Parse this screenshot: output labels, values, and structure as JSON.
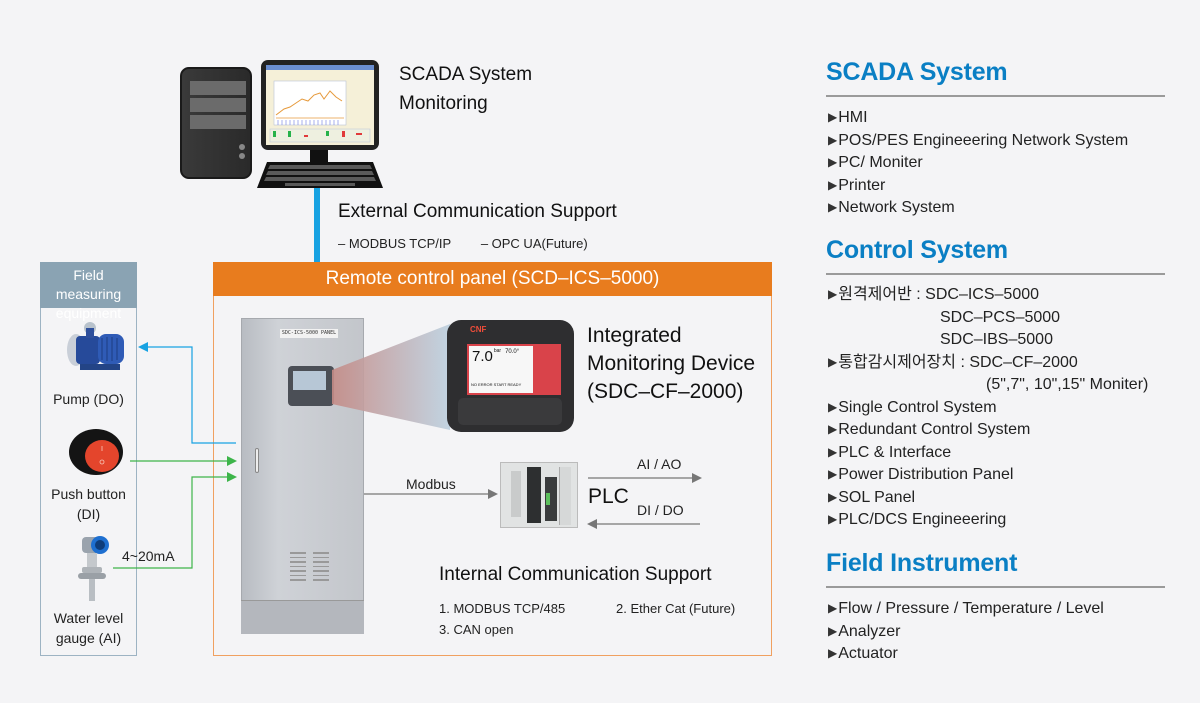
{
  "diagram": {
    "scada": {
      "title_lines": [
        "SCADA System",
        "Monitoring"
      ]
    },
    "external_comm": {
      "title": "External Communication Support",
      "items": [
        "– MODBUS TCP/IP",
        "– OPC UA(Future)"
      ]
    },
    "remote_panel": {
      "title": "Remote control panel (SCD–ICS–5000)",
      "cabinet_plate": "SDC-ICS-5000 PANEL"
    },
    "field_equipment": {
      "title_lines": [
        "Field measuring",
        "equipment"
      ],
      "items": [
        {
          "label_lines": [
            "Pump (DO)"
          ],
          "icon": "pump-icon"
        },
        {
          "label_lines": [
            "Push button",
            "(DI)"
          ],
          "icon": "push-button-icon"
        },
        {
          "label_lines": [
            "Water level",
            "gauge (AI)"
          ],
          "icon": "level-gauge-icon"
        }
      ],
      "signal_label": "4~20mA"
    },
    "device": {
      "title_lines": [
        "Integrated",
        "Monitoring Device",
        "(SDC–CF–2000)"
      ],
      "brand": "CNF",
      "big_value": "7.0",
      "big_unit": "bar",
      "small_value": "70.0°",
      "message": "NO ERROR START READY"
    },
    "plc": {
      "label": "PLC",
      "modbus_label": "Modbus",
      "out_label": "AI / AO",
      "in_label": "DI / DO"
    },
    "internal_comm": {
      "title": "Internal Communication Support",
      "items": [
        "1. MODBUS TCP/485",
        "2. Ether Cat (Future)",
        "3. CAN open"
      ]
    },
    "colors": {
      "accent_orange": "#e87c1e",
      "link_blue": "#17a2e2",
      "signal_green": "#3db54a",
      "heading_blue": "#0a7fc4",
      "field_header": "#8aa3b3"
    }
  },
  "sidebar": {
    "sections": [
      {
        "title": "SCADA System",
        "items": [
          "HMI",
          "POS/PES Engineeering Network System",
          "PC/ Moniter",
          "Printer",
          "Network System"
        ]
      },
      {
        "title": "Control System",
        "items": [
          "원격제어반 : SDC–ICS–5000",
          "SDC–PCS–5000",
          "SDC–IBS–5000",
          "통합감시제어장치 : SDC–CF–2000",
          "(5\",7\", 10\",15\" Moniter)",
          "Single Control System",
          "Redundant Control System",
          "PLC & Interface",
          "Power Distribution Panel",
          "SOL Panel",
          "PLC/DCS Engineeering"
        ]
      },
      {
        "title": "Field Instrument",
        "items": [
          "Flow / Pressure / Temperature / Level",
          "Analyzer",
          "Actuator"
        ]
      }
    ],
    "bullet": "▶"
  }
}
